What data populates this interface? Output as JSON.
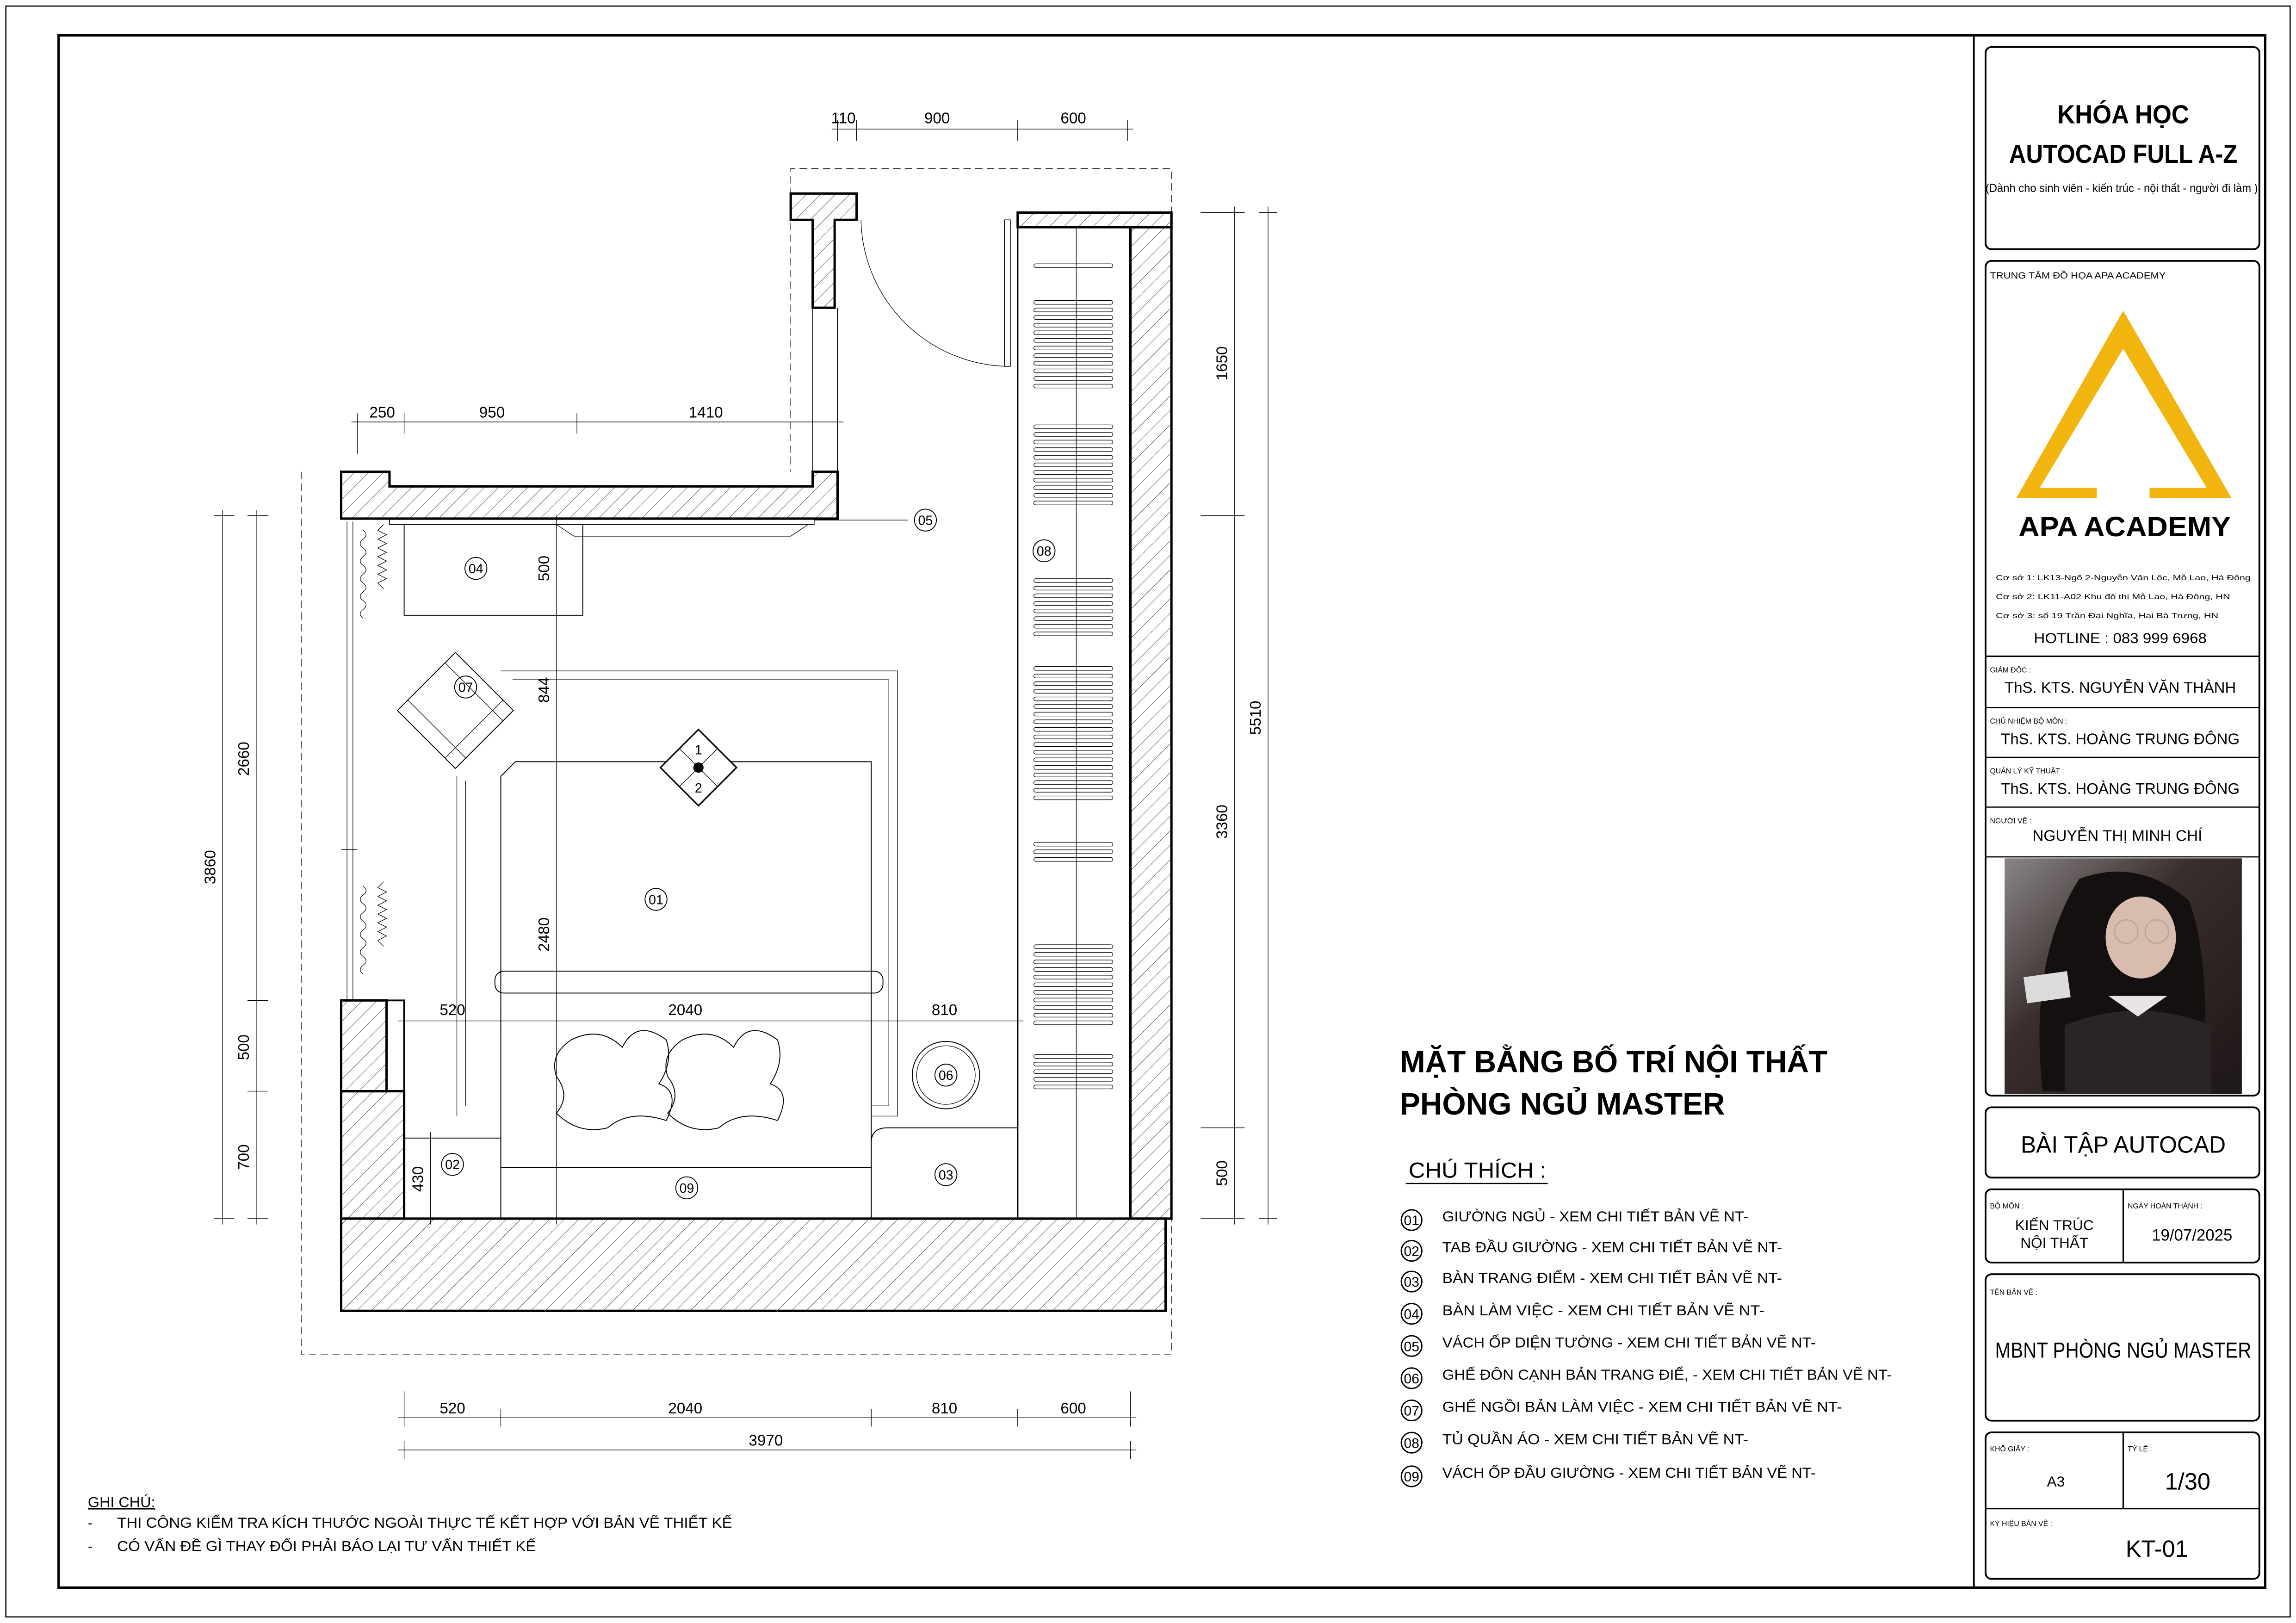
{
  "colors": {
    "logo": "#F2B50F",
    "ink": "#000000"
  },
  "drawing": {
    "title_line1": "MẶT BẰNG BỐ TRÍ NỘI THẤT",
    "title_line2": "PHÒNG NGỦ MASTER",
    "legend_heading": "CHÚ THÍCH :",
    "legend": [
      {
        "num": "01",
        "text": "GIƯỜNG NGỦ - XEM CHI TIẾT BẢN VẼ NT-"
      },
      {
        "num": "02",
        "text": "TAB ĐẦU GIƯỜNG - XEM CHI TIẾT BẢN VẼ NT-"
      },
      {
        "num": "03",
        "text": "BÀN TRANG ĐIỂM - XEM CHI TIẾT BẢN VẼ NT-"
      },
      {
        "num": "04",
        "text": "BÀN LÀM VIỆC - XEM CHI TIẾT BẢN VẼ NT-"
      },
      {
        "num": "05",
        "text": "VÁCH ỐP DIỆN TƯỜNG - XEM CHI TIẾT BẢN VẼ NT-"
      },
      {
        "num": "06",
        "text": "GHẾ ĐÔN CẠNH BẢN TRANG ĐIỂ, - XEM CHI TIẾT BẢN VẼ NT-"
      },
      {
        "num": "07",
        "text": "GHẾ NGỒI BẢN LÀM VIỆC - XEM CHI TIẾT BẢN VẼ NT-"
      },
      {
        "num": "08",
        "text": "TỦ QUẦN ÁO - XEM CHI TIẾT BẢN VẼ NT-"
      },
      {
        "num": "09",
        "text": "VÁCH ỐP ĐẦU GIƯỜNG - XEM CHI TIẾT BẢN VẼ NT-"
      }
    ],
    "notes_heading": "GHI CHÚ:",
    "notes": [
      {
        "bullet": "-",
        "text": "THI CÔNG KIỂM TRA KÍCH THƯỚC NGOÀI THỰC TẾ KẾT HỢP VỚI BẢN VẼ THIẾT KẾ"
      },
      {
        "bullet": "-",
        "text": "CÓ VẤN ĐỀ GÌ THAY ĐỔI PHẢI BÁO LẠI TƯ VẤN THIẾT KẾ"
      }
    ],
    "plan_tags": {
      "bed": "01",
      "nightstand": "02",
      "dresser": "03",
      "desk": "04",
      "wall_panel": "05",
      "stool": "06",
      "chair": "07",
      "wardrobe": "08",
      "headboard": "09",
      "section_1": "1",
      "section_2": "2"
    },
    "dimensions": {
      "top": [
        "110",
        "900",
        "600"
      ],
      "upper_left": [
        "250",
        "950",
        "1410"
      ],
      "left_total": "3860",
      "left": [
        "2660",
        "500",
        "700"
      ],
      "right": [
        "1650",
        "3360",
        "500"
      ],
      "right_total": "5510",
      "inner_vertical": [
        "500",
        "844",
        "2480"
      ],
      "inner_horizontal": [
        "520",
        "2040",
        "810"
      ],
      "nightstand": "430",
      "bottom": [
        "520",
        "2040",
        "810",
        "600"
      ],
      "bottom_total": "3970"
    }
  },
  "title_block": {
    "course_line1": "KHÓA HỌC",
    "course_line2": "AUTOCAD FULL A-Z",
    "course_sub": "(Dành cho sinh viên  - kiến trúc - nội thất - người đi làm )",
    "center_name": "TRUNG TÂM ĐỒ HỌA APA ACADEMY",
    "logo_text": "APA ACADEMY",
    "addresses": [
      "Cơ sở 1: LK13-Ngõ 2-Nguyễn Văn Lộc, Mỗ Lao, Hà Đông",
      "Cơ sở 2: LK11-A02 Khu đô thị Mỗ Lao, Hà Đông, HN",
      "Cơ sở 3: số 19 Trần Đại Nghĩa, Hai Bà Trưng, HN"
    ],
    "hotline": "HOTLINE : 083 999 6968",
    "director_label": "GIÁM ĐỐC :",
    "director": "ThS. KTS. NGUYỄN VĂN THÀNH",
    "dept_head_label": "CHỦ NHIỆM BỘ MÔN :",
    "dept_head": "ThS. KTS. HOÀNG TRUNG ĐÔNG",
    "tech_mgr_label": "QUẢN LÝ KỸ THUẬT :",
    "tech_mgr": "ThS. KTS. HOÀNG TRUNG ĐÔNG",
    "drawer_label": "NGƯỜI VẼ :",
    "drawer": "NGUYỄN THỊ MINH CHÍ",
    "assignment": "BÀI TẬP AUTOCAD",
    "subject_label": "BỘ MÔN :",
    "subject_line1": "KIẾN TRÚC",
    "subject_line2": "NỘI THẤT",
    "date_label": "NGÀY HOÀN THÀNH :",
    "date": "19/07/2025",
    "sheet_name_label": "TÊN BẢN VẼ :",
    "sheet_name": "MBNT PHÒNG NGỦ MASTER",
    "paper_label": "KHỔ GIẤY :",
    "paper": "A3",
    "scale_label": "TỶ LỆ :",
    "scale": "1/30",
    "code_label": "KÝ HIỆU BẢN VẼ :",
    "code": "KT-01"
  }
}
